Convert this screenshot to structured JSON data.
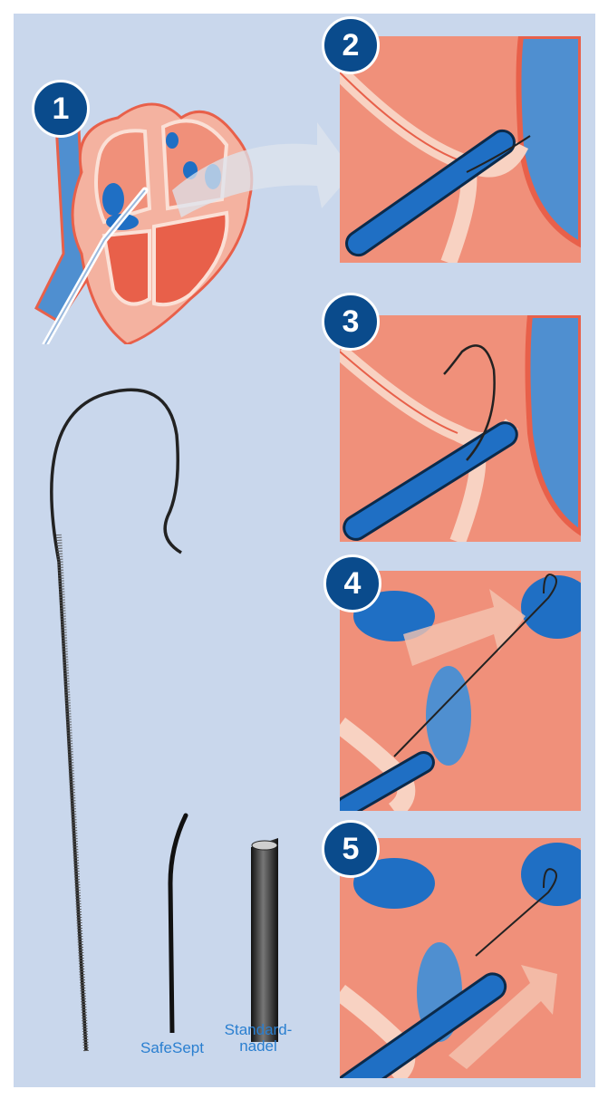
{
  "steps": [
    {
      "number": "1"
    },
    {
      "number": "2"
    },
    {
      "number": "3"
    },
    {
      "number": "4"
    },
    {
      "number": "5"
    }
  ],
  "needles": {
    "safesept_label": "SafeSept",
    "standard_label_line1": "Standard-",
    "standard_label_line2": "nadel"
  },
  "colors": {
    "background": "#c9d7ec",
    "tissue": "#f0907a",
    "wall": "#e8604a",
    "septum": "#f8d2c2",
    "blue_structure": "#1f6fc4",
    "badge": "#0a4b8c",
    "label_text": "#2a7fd0"
  }
}
